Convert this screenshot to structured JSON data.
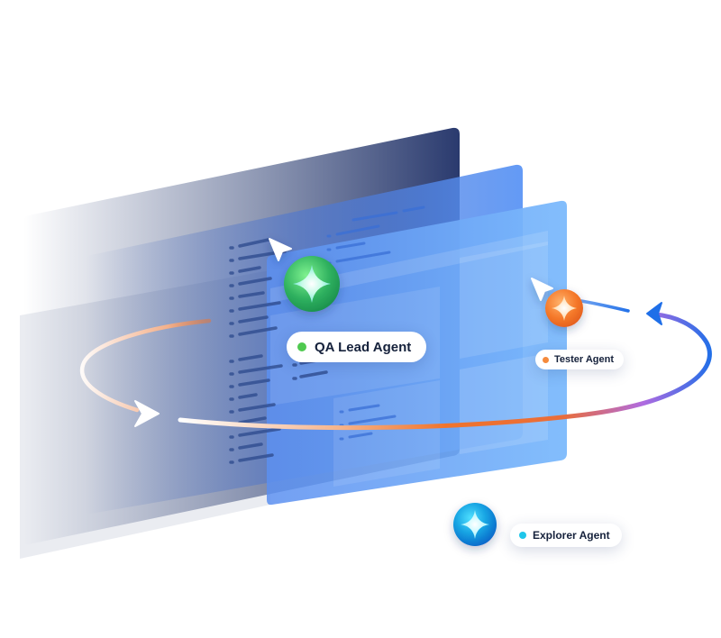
{
  "agents": {
    "qa_lead": {
      "label": "QA Lead Agent",
      "dot_color": "#4fc94f",
      "icon": "sparkle-icon"
    },
    "tester": {
      "label": "Tester Agent",
      "dot_color": "#f58a3c",
      "icon": "sparkle-icon"
    },
    "explorer": {
      "label": "Explorer Agent",
      "dot_color": "#1fc6ea",
      "icon": "sparkle-icon"
    }
  },
  "colors": {
    "panel_dark": "#2f4174",
    "panel_blue": "#4d8ef7",
    "panel_light": "#6fb1fb",
    "orbit_orange": "#f0742c",
    "orbit_blue": "#1f6fe8"
  }
}
